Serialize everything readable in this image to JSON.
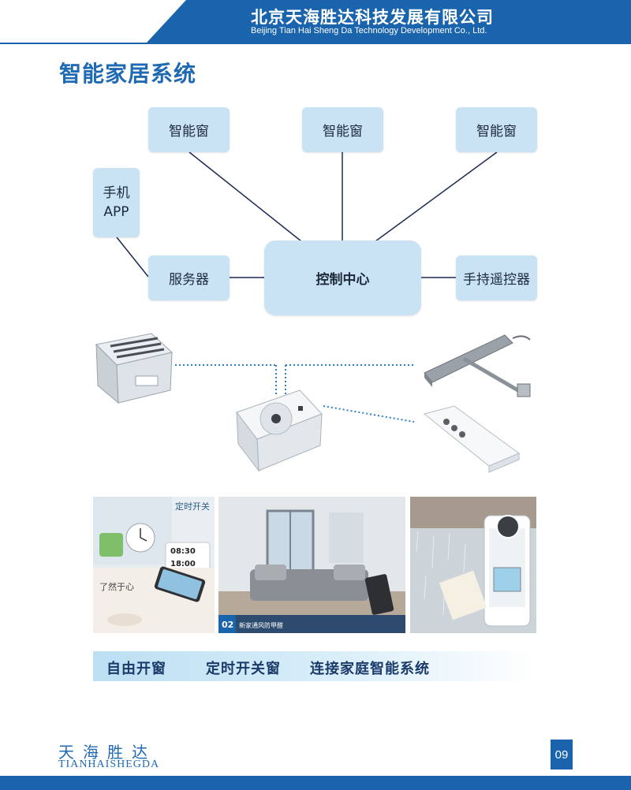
{
  "header": {
    "company_cn": "北京天海胜达科技发展有限公司",
    "company_en": "Beijing Tian Hai Sheng Da Technology Development Co., Ltd."
  },
  "page_title": "智能家居系统",
  "diagram": {
    "window_1": "智能窗",
    "window_2": "智能窗",
    "window_3": "智能窗",
    "phone_app_line1": "手机",
    "phone_app_line2": "APP",
    "server": "服务器",
    "control_center": "控制中心",
    "remote": "手持遥控器"
  },
  "photos": {
    "timer_title": "定时开关",
    "time_1": "08:30",
    "time_2": "18:00",
    "peace_title": "了然于心",
    "room_badge_num": "02",
    "room_badge_text": "新家通风防甲醛"
  },
  "features": {
    "item_1": "自由开窗",
    "item_2": "定时开关窗",
    "item_3": "连接家庭智能系统"
  },
  "footer": {
    "brand_cn": "天海胜达",
    "brand_en": "TIANHAISHEGDA",
    "page_number": "09"
  },
  "colors": {
    "brand_blue": "#1a63ad",
    "node_fill": "#c9e3f5"
  }
}
